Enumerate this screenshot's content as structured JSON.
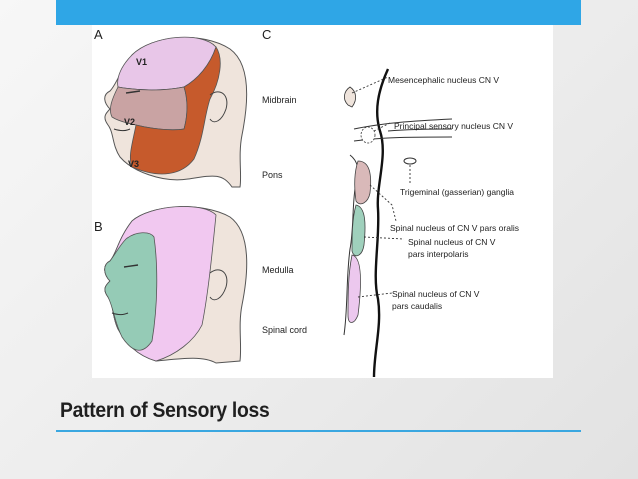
{
  "colors": {
    "accent_bar": "#2fa6e6",
    "underline": "#3aa7e0",
    "v1_region": "#e8c6e8",
    "v2_region": "#c9a3a3",
    "v3_region": "#c65a2c",
    "face_green": "#95cbb6",
    "face_pink": "#f1c8f0",
    "skin": "#efe4dc"
  },
  "panels": {
    "a": "A",
    "b": "B",
    "c": "C"
  },
  "face_labels": {
    "v1": "V1",
    "v2": "V2",
    "v3": "V3"
  },
  "brain_levels": {
    "midbrain": "Midbrain",
    "pons": "Pons",
    "medulla": "Medulla",
    "spinal_cord": "Spinal cord"
  },
  "nuclei": {
    "mesencephalic": "Mesencephalic nucleus CN V",
    "principal": "Principal sensory nucleus CN V",
    "ganglia": "Trigeminal (gasserian) ganglia",
    "oralis": "Spinal nucleus of CN V pars oralis",
    "interpolaris_line1": "Spinal nucleus of CN V",
    "interpolaris_line2": "pars interpolaris",
    "caudalis_line1": "Spinal nucleus of CN V",
    "caudalis_line2": "pars caudalis"
  },
  "slide": {
    "title": "Pattern of Sensory loss"
  }
}
